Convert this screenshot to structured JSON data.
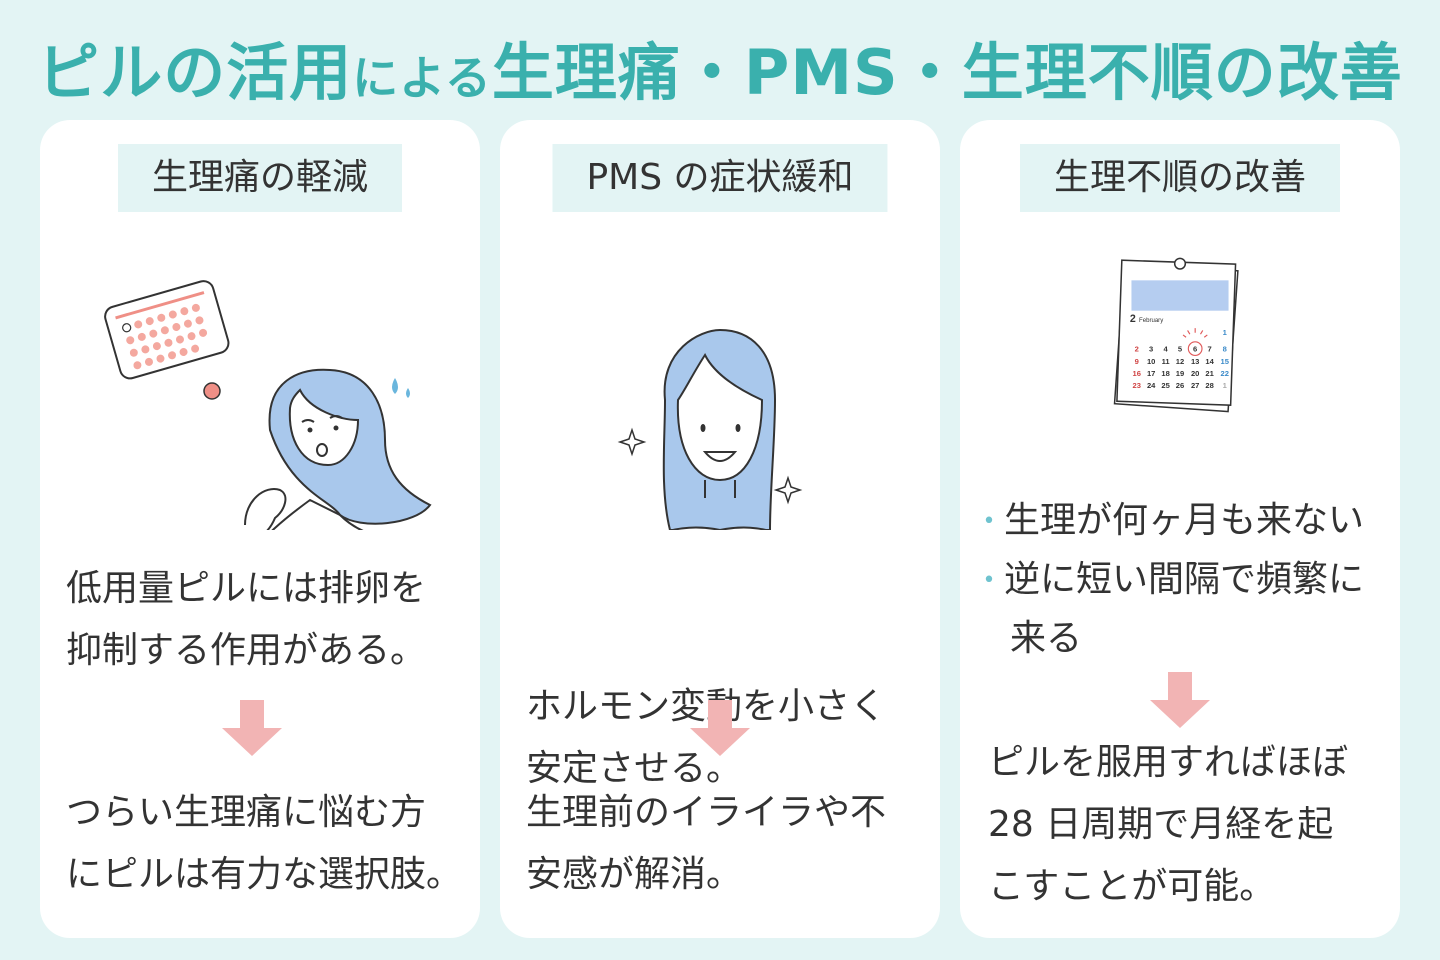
{
  "title": {
    "part1": "ピルの活用",
    "part2": "による",
    "part3": "生理痛・PMS・生理不順の改善"
  },
  "cards": [
    {
      "heading": "生理痛の軽減",
      "text1": [
        "低用量ピルには排卵を",
        "抑制する作用がある。"
      ],
      "text2": [
        "つらい生理痛に悩む方",
        "にピルは有力な選択肢。"
      ]
    },
    {
      "heading": "PMS の症状緩和",
      "text1": [
        "ホルモン変動を小さく",
        "安定させる。"
      ],
      "text2": [
        "生理前のイライラや不",
        "安感が解消。"
      ]
    },
    {
      "heading": "生理不順の改善",
      "bullets": [
        "生理が何ヶ月も来ない",
        "逆に短い間隔で頻繁に",
        "来る"
      ],
      "text2": [
        "ピルを服用すればほぼ",
        "28 日周期で月経を起",
        "こすことが可能。"
      ],
      "calendar": {
        "month_number": "2",
        "month_name": "February",
        "rows": [
          [
            "",
            "",
            "",
            "",
            "",
            "",
            "1"
          ],
          [
            "2",
            "3",
            "4",
            "5",
            "6",
            "7",
            "8"
          ],
          [
            "9",
            "10",
            "11",
            "12",
            "13",
            "14",
            "15"
          ],
          [
            "16",
            "17",
            "18",
            "19",
            "20",
            "21",
            "22"
          ],
          [
            "23",
            "24",
            "25",
            "26",
            "27",
            "28",
            "1"
          ]
        ],
        "highlighted_day": "6"
      }
    }
  ],
  "colors": {
    "accent": "#3ab0ad",
    "arrow": "#f2b4b4",
    "header_bg": "#e3f4f4",
    "illustration_blue": "#a9c8ec",
    "pill_coral": "#ef8f86"
  }
}
